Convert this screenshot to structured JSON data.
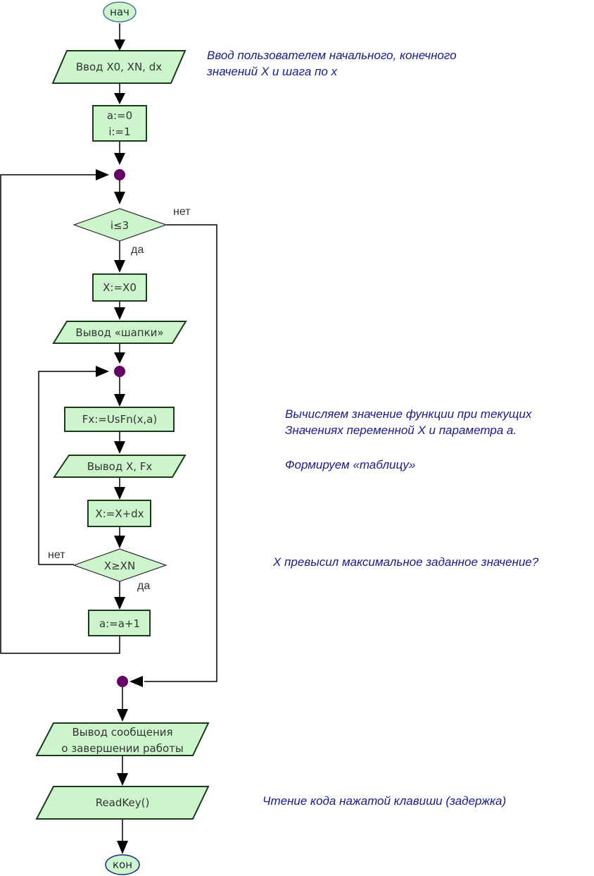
{
  "colors": {
    "node_fill": "#ccf5cc",
    "node_stroke": "#1a3a1a",
    "terminal_stroke": "#4a7a9a",
    "terminal_end_stroke": "#1a2a8c",
    "junction": "#660066",
    "comment": "#1a1a8c",
    "text": "#333333"
  },
  "nodes": {
    "start": "нач",
    "input": "Ввод X0, XN, dx",
    "init_a": "a:=0",
    "init_i": "i:=1",
    "cond_i": "i≤3",
    "set_x": "X:=X0",
    "output_header": "Вывод «шапки»",
    "calc_fx": "Fx:=UsFn(x,a)",
    "output_xfx": "Вывод X, Fx",
    "inc_x": "X:=X+dx",
    "cond_x": "X≥XN",
    "inc_a": "a:=a+1",
    "output_msg_1": "Вывод сообщения",
    "output_msg_2": "о завершении работы",
    "readkey": "ReadKey()",
    "end": "кон"
  },
  "branch_labels": {
    "cond_i_no": "нет",
    "cond_i_yes": "да",
    "cond_x_no": "нет",
    "cond_x_yes": "да"
  },
  "comments": {
    "input_1": "Ввод пользователем начального, конечного",
    "input_2": "значений X и шага по x",
    "calc_1": "Вычисляем значение функции при текущих",
    "calc_2": "Значениях переменной X и параметра a.",
    "table": "Формируем «таблицу»",
    "cond_x": "X превысил максимальное заданное значение?",
    "readkey": "Чтение кода нажатой клавиши (задержка)"
  }
}
